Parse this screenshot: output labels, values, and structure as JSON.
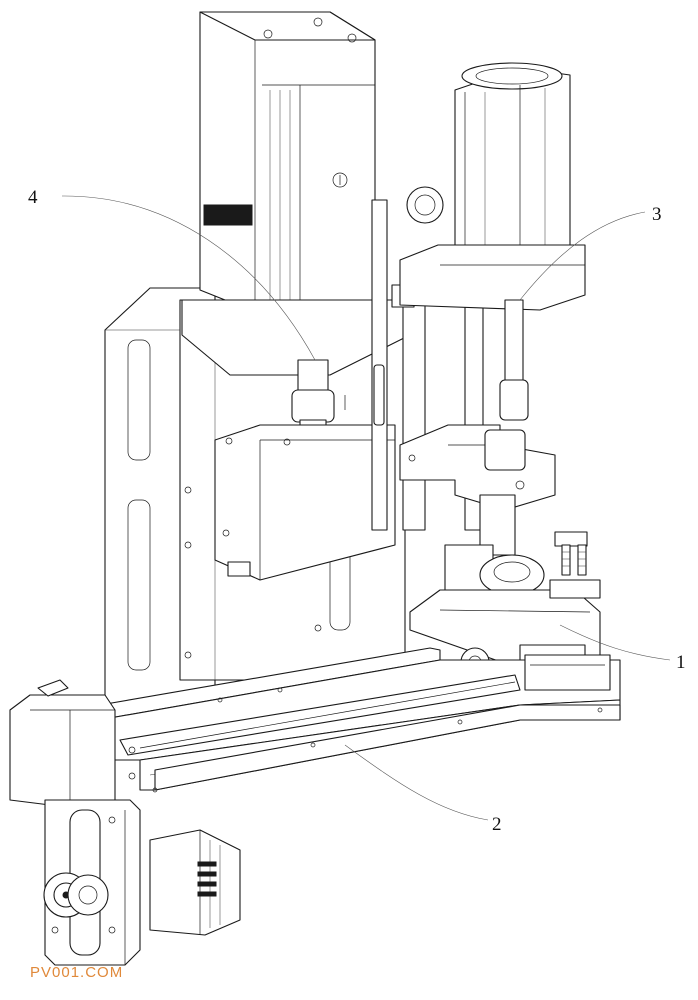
{
  "figure": {
    "callouts": [
      {
        "id": "label-1",
        "text": "1"
      },
      {
        "id": "label-2",
        "text": "2"
      },
      {
        "id": "label-3",
        "text": "3"
      },
      {
        "id": "label-4",
        "text": "4"
      }
    ],
    "watermark": "PV001.COM"
  }
}
